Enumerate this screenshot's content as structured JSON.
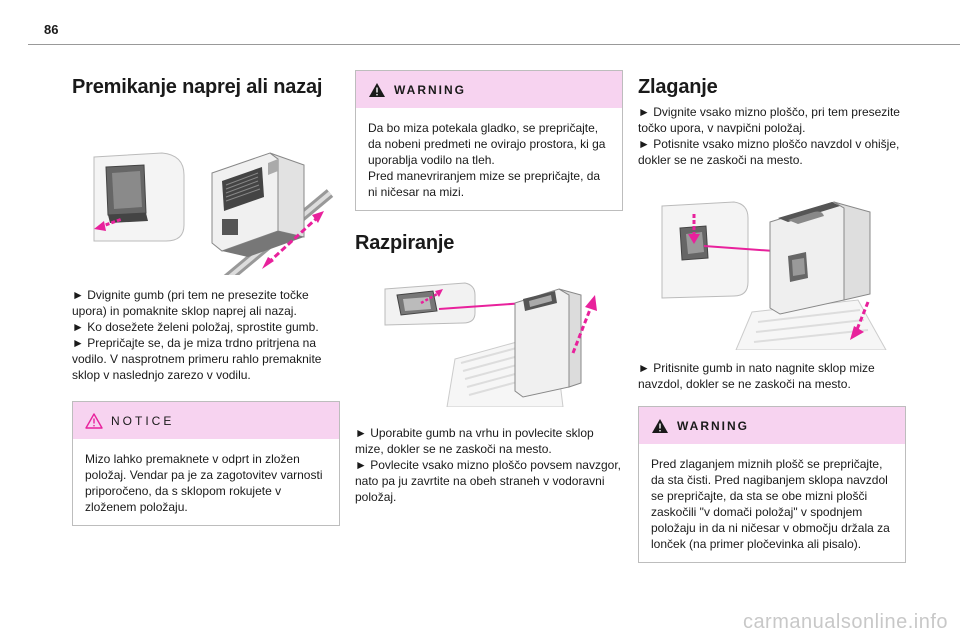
{
  "page": {
    "number": "86"
  },
  "col1": {
    "title": "Premikanje naprej ali nazaj",
    "instructions": [
      "► Dvignite gumb (pri tem ne presezite točke upora) in pomaknite sklop naprej ali nazaj.",
      "► Ko dosežete želeni položaj, sprostite gumb.",
      "► Prepričajte se, da je miza trdno pritrjena na vodilo. V nasprotnem primeru rahlo premaknite sklop v naslednjo zarezo v vodilu."
    ],
    "notice": {
      "label": "NOTICE",
      "text": "Mizo lahko premaknete v odprt in zložen položaj. Vendar pa je za zagotovitev varnosti priporočeno, da s sklopom rokujete v zloženem položaju."
    }
  },
  "col2": {
    "warning": {
      "label": "WARNING",
      "lines": [
        "Da bo miza potekala gladko, se prepričajte, da nobeni predmeti ne ovirajo prostora, ki ga uporablja vodilo na tleh.",
        "Pred manevriranjem mize se prepričajte, da ni ničesar na mizi."
      ]
    },
    "title": "Razpiranje",
    "instructions": [
      "► Uporabite gumb na vrhu in povlecite sklop mize, dokler se ne zaskoči na mesto.",
      "► Povlecite vsako mizno ploščo povsem navzgor, nato pa ju zavrtite na obeh straneh v vodoravni položaj."
    ]
  },
  "col3": {
    "title": "Zlaganje",
    "instructions": [
      "► Dvignite vsako mizno ploščo, pri tem presezite točko upora, v navpični položaj.",
      "► Potisnite vsako mizno ploščo navzdol v ohišje, dokler se ne zaskoči na mesto."
    ],
    "instructions2": [
      "► Pritisnite gumb in nato nagnite sklop mize navzdol, dokler se ne zaskoči na mesto."
    ],
    "warning": {
      "label": "WARNING",
      "text": "Pred zlaganjem miznih plošč se prepričajte, da sta čisti. Pred nagibanjem sklopa navzdol se prepričajte, da sta se obe mizni plošči zaskočili \"v domači položaj\" v spodnjem položaju in da ni ničesar v območju držala za lonček (na primer pločevinka ali pisalo)."
    }
  },
  "footer": {
    "watermark": "carmanualsonline.info"
  },
  "colors": {
    "accent": "#e8219c",
    "callout_bg": "#f7d3f0",
    "rule": "#999999"
  }
}
